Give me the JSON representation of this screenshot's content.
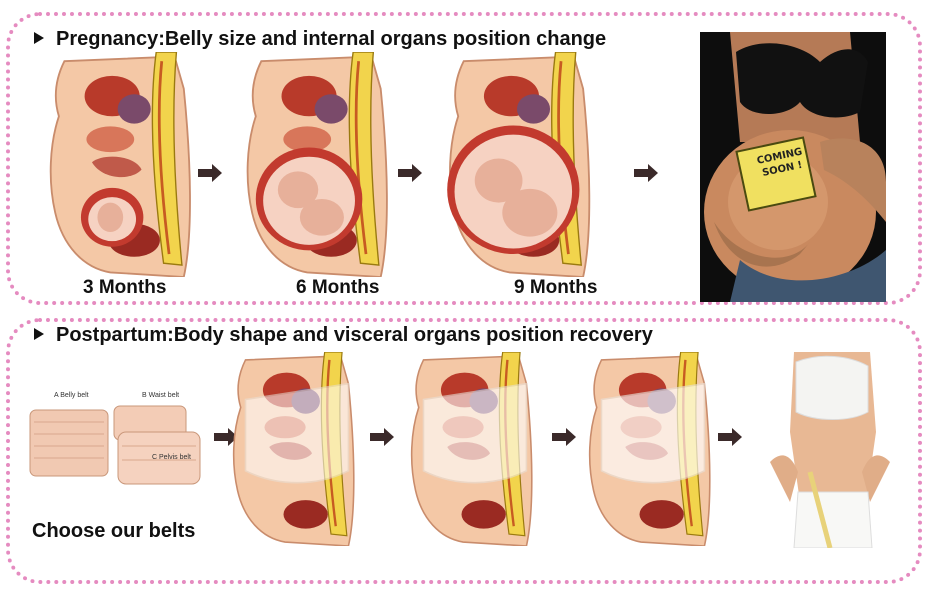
{
  "top": {
    "heading": "Pregnancy:Belly size and internal organs position change",
    "stages": [
      {
        "label": "3 Months"
      },
      {
        "label": "6 Months"
      },
      {
        "label": "9 Months"
      }
    ],
    "photo_sign": "COMING SOON !"
  },
  "bottom": {
    "heading": "Postpartum:Body shape and visceral organs position recovery",
    "belts": {
      "a": "A Belly belt",
      "b": "B Waist belt",
      "c": "C Pelvis belt"
    },
    "cta": "Choose our belts"
  },
  "colors": {
    "border": "#e58bc0",
    "arrow": "#3b2a2a",
    "skin": "#f4c8a6",
    "organ_red": "#b83a2a",
    "spine_yellow": "#f2d44c"
  }
}
